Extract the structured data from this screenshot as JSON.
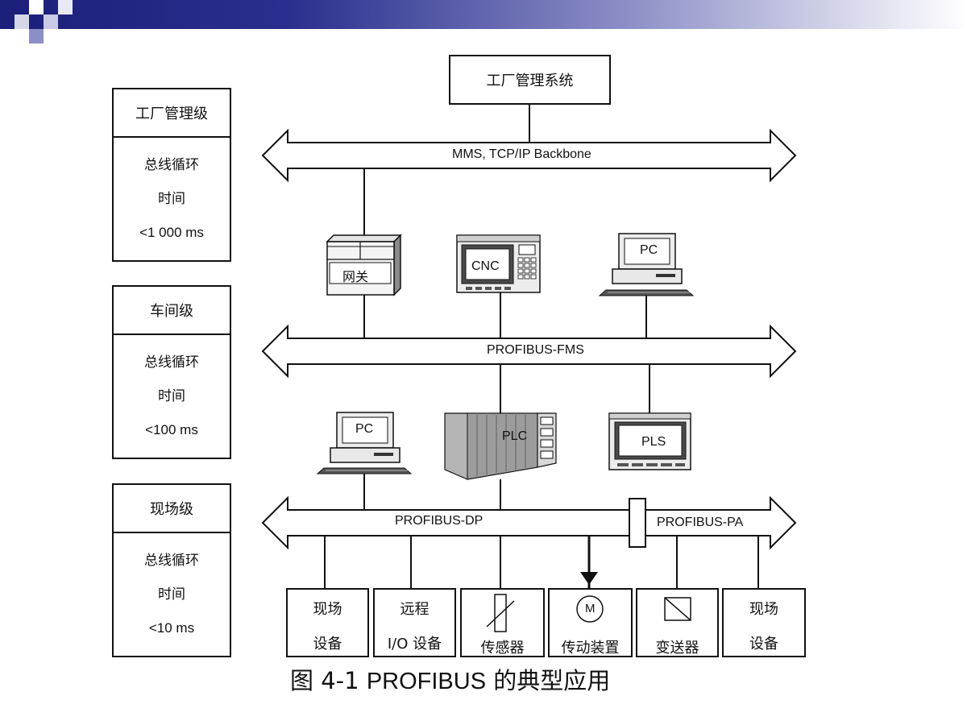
{
  "levels": [
    {
      "name": "工厂管理级",
      "desc1": "总线循环",
      "desc2": "时间",
      "time": "<1 000 ms"
    },
    {
      "name": "车间级",
      "desc1": "总线循环",
      "desc2": "时间",
      "time": "<100 ms"
    },
    {
      "name": "现场级",
      "desc1": "总线循环",
      "desc2": "时间",
      "time": "<10 ms"
    }
  ],
  "top_system": "工厂管理系统",
  "buses": {
    "backbone": "MMS, TCP/IP Backbone",
    "fms": "PROFIBUS-FMS",
    "dp": "PROFIBUS-DP",
    "pa": "PROFIBUS-PA"
  },
  "devices": {
    "gateway": "网关",
    "cnc": "CNC",
    "pc": "PC",
    "plc": "PLC",
    "pls": "PLS",
    "motor": "M"
  },
  "field_devices": [
    {
      "line1": "现场",
      "line2": "设备"
    },
    {
      "line1": "远程",
      "line2": "I/O 设备"
    },
    {
      "line1": "",
      "line2": "传感器"
    },
    {
      "line1": "",
      "line2": "传动装置"
    },
    {
      "line1": "",
      "line2": "变送器"
    },
    {
      "line1": "现场",
      "line2": "设备"
    }
  ],
  "caption": {
    "prefix": "图 4-1 ",
    "latin": "PROFIBUS",
    "suffix": " 的典型应用"
  },
  "colors": {
    "header_dark": "#1c1f7a",
    "header_light": "#ffffff",
    "line": "#111111"
  }
}
